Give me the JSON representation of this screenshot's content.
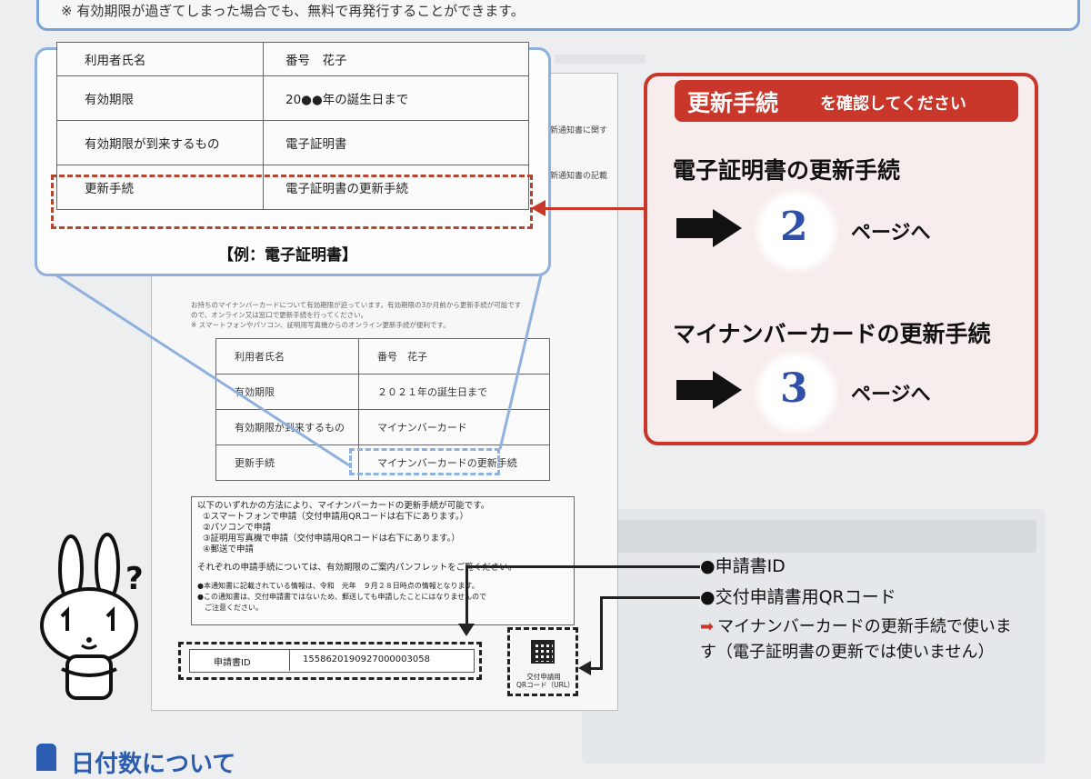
{
  "top_note": "※ 有効期限が過ぎてしまった場合でも、無料で再発行することができます。",
  "zoom_table": [
    {
      "label": "利用者氏名",
      "value": "番号　花子"
    },
    {
      "label": "有効期限",
      "value": "20●●年の誕生日まで"
    },
    {
      "label": "有効期限が到来するもの",
      "value": "電子証明書"
    },
    {
      "label": "更新手続",
      "value": "電子証明書の更新手続"
    }
  ],
  "zoom_caption": "【例：電子証明書】",
  "doc": {
    "side_label_1": "更新通知書に関す",
    "side_label_2": "更新通知書の記載",
    "header_line_1": "お持ちのマイナンバーカードについて有効期限が迫っています。有効期限の3か月前から更新手続が可能です",
    "header_line_2": "ので、オンライン又は窓口で更新手続を行ってください。",
    "header_line_3": "※ スマートフォンやパソコン、証明用写真機からのオンライン更新手続が便利です。",
    "table": [
      {
        "label": "利用者氏名",
        "value": "番号　花子"
      },
      {
        "label": "有効期限",
        "value": "２０２１年の誕生日まで"
      },
      {
        "label": "有効期限が到来するもの",
        "value": "マイナンバーカード"
      },
      {
        "label": "更新手続",
        "value": "マイナンバーカードの更新手続"
      }
    ],
    "methods": [
      "以下のいずれかの方法により、マイナンバーカードの更新手続が可能です。",
      "①スマートフォンで申請（交付申請用QRコードは右下にあります。）",
      "②パソコンで申請",
      "③証明用写真機で申請（交付申請用QRコードは右下にあります。）",
      "④郵送で申請",
      "それぞれの申請手続については、有効期限のご案内パンフレットをご覧ください。",
      "●本通知書に記載されている情報は、令和　元年　９月２８日時点の情報となります。",
      "●この通知書は、交付申請書ではないため、郵送しても申請したことにはなりませんので",
      "　ご注意ください。"
    ],
    "id_label": "申請書ID",
    "id_value": "1558620190927000003058",
    "qr_label_1": "交付申請用",
    "qr_label_2": "QRコード（URL）"
  },
  "red_box": {
    "tab_big": "更新手続",
    "tab_small": "を確認してください",
    "item1_heading": "電子証明書の更新手続",
    "item1_page": "2",
    "item1_text": "ページへ",
    "item2_heading": "マイナンバーカードの更新手続",
    "item2_page": "3",
    "item2_text": "ページへ"
  },
  "annotations": {
    "id": "●申請書ID",
    "qr": "●交付申請書用QRコード",
    "note": "マイナンバーカードの更新手続で使います（電子証明書の更新では使いません）"
  },
  "bottom_heading": "日付数について",
  "colors": {
    "red": "#c9362a",
    "blue": "#2b5cb0",
    "light_blue": "#8fb1de"
  }
}
